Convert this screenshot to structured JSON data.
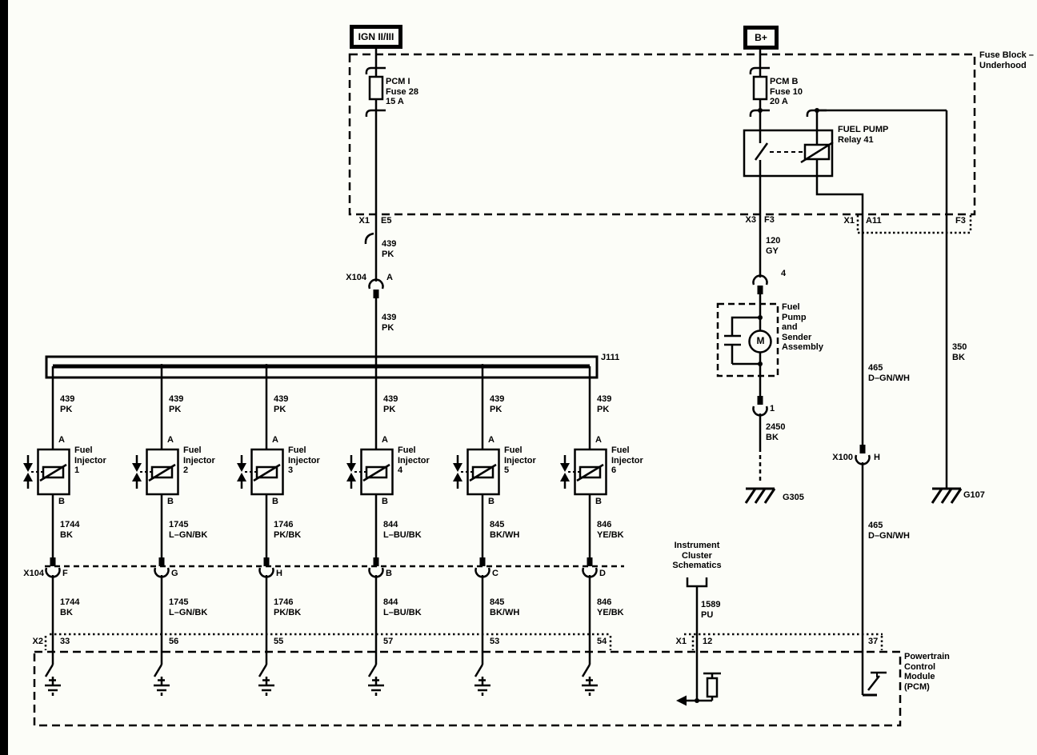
{
  "sources": {
    "ignition": "IGN II/III",
    "battery": "B+"
  },
  "fuse_block": {
    "title": "Fuse Block –\nUnderhood",
    "pcm_i_fuse": "PCM I\nFuse 28\n15 A",
    "pcm_b_fuse": "PCM B\nFuse 10\n20 A",
    "relay": "FUEL PUMP\nRelay 41",
    "exit_e5": {
      "conn": "X1",
      "pin": "E5"
    },
    "exit_f3": {
      "conn": "X3",
      "pin": "F3"
    },
    "exit_a11": {
      "conn": "X1",
      "pin": "A11"
    },
    "exit_f3_right": {
      "pin": "F3"
    }
  },
  "wires": {
    "w439_a": "439\nPK",
    "w439_b": "439\nPK",
    "w120": "120\nGY",
    "w2450": "2450\nBK",
    "w350": "350\nBK",
    "w465_a": "465\nD–GN/WH",
    "w465_b": "465\nD–GN/WH",
    "w1589": "1589\nPU"
  },
  "splice": {
    "label": "J111"
  },
  "x104_a": {
    "conn": "X104",
    "pin": "A"
  },
  "x104_row": {
    "conn": "X104"
  },
  "injectors": [
    {
      "pin_a": "A",
      "pin_b": "B",
      "name": "Fuel\nInjector\n1",
      "supply": "439\nPK",
      "circuit": "1744\nBK",
      "x104_pin": "F",
      "pcm_pin": "33"
    },
    {
      "pin_a": "A",
      "pin_b": "B",
      "name": "Fuel\nInjector\n2",
      "supply": "439\nPK",
      "circuit": "1745\nL–GN/BK",
      "x104_pin": "G",
      "pcm_pin": "56"
    },
    {
      "pin_a": "A",
      "pin_b": "B",
      "name": "Fuel\nInjector\n3",
      "supply": "439\nPK",
      "circuit": "1746\nPK/BK",
      "x104_pin": "H",
      "pcm_pin": "55"
    },
    {
      "pin_a": "A",
      "pin_b": "B",
      "name": "Fuel\nInjector\n4",
      "supply": "439\nPK",
      "circuit": "844\nL–BU/BK",
      "x104_pin": "B",
      "pcm_pin": "57"
    },
    {
      "pin_a": "A",
      "pin_b": "B",
      "name": "Fuel\nInjector\n5",
      "supply": "439\nPK",
      "circuit": "845\nBK/WH",
      "x104_pin": "C",
      "pcm_pin": "53"
    },
    {
      "pin_a": "A",
      "pin_b": "B",
      "name": "Fuel\nInjector\n6",
      "supply": "439\nPK",
      "circuit": "846\nYE/BK",
      "x104_pin": "D",
      "pcm_pin": "54"
    }
  ],
  "fuel_pump": {
    "label": "Fuel\nPump\nand\nSender\nAssembly",
    "motor": "M",
    "pin_4": "4",
    "pin_1": "1"
  },
  "grounds": {
    "g305": "G305",
    "g107": "G107"
  },
  "x100": {
    "conn": "X100",
    "pin": "H"
  },
  "pcm": {
    "label": "Powertrain\nControl\nModule\n(PCM)",
    "x2": "X2",
    "x1": "X1",
    "pin_12": "12",
    "pin_37": "37"
  },
  "reference": {
    "instrument_cluster": "Instrument\nCluster\nSchematics"
  }
}
